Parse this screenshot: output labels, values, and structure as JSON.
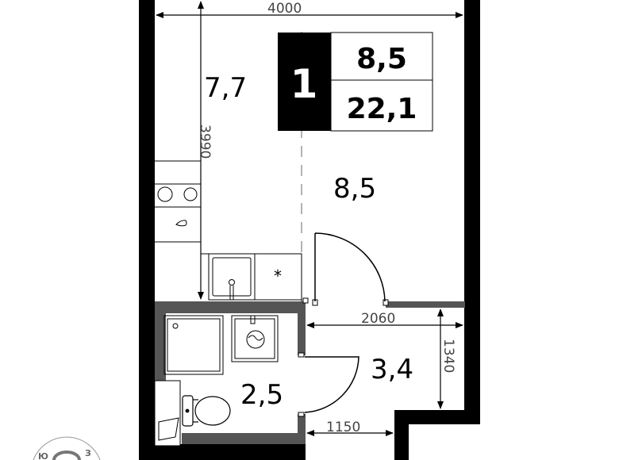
{
  "plan": {
    "rooms_count": "1",
    "living_area": "8,5",
    "total_area": "22,1",
    "rooms": {
      "kitchen": {
        "area": "7,7"
      },
      "living": {
        "area": "8,5"
      },
      "hall": {
        "area": "3,4"
      },
      "bathroom": {
        "area": "2,5"
      }
    },
    "dimensions": {
      "width_top": "4000",
      "height_kitchen": "3990",
      "hall_width": "2060",
      "hall_depth": "1340",
      "entrance_width": "1150"
    },
    "compass": {
      "south": "Ю",
      "west": "З"
    },
    "colors": {
      "outer_wall": "#000000",
      "inner_wall": "#555555",
      "badge_bg": "#000000",
      "dim_line": "#444444"
    }
  }
}
